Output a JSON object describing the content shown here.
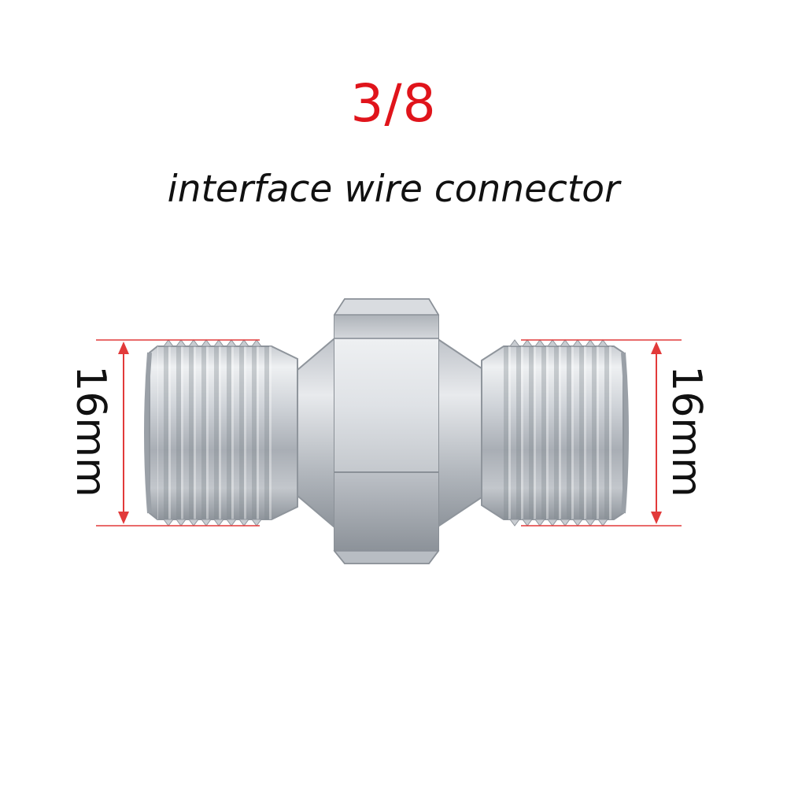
{
  "heading": {
    "size_label": "3/8",
    "description": "interface wire connector"
  },
  "dimensions": {
    "left_label": "16mm",
    "right_label": "16mm"
  },
  "colors": {
    "heading_red": "#e0141b",
    "dimension_line": "#e23a3a",
    "text_dark": "#111111",
    "steel_light": "#e3e6ea",
    "steel_mid": "#b9bec5",
    "steel_dark": "#7e848c"
  }
}
